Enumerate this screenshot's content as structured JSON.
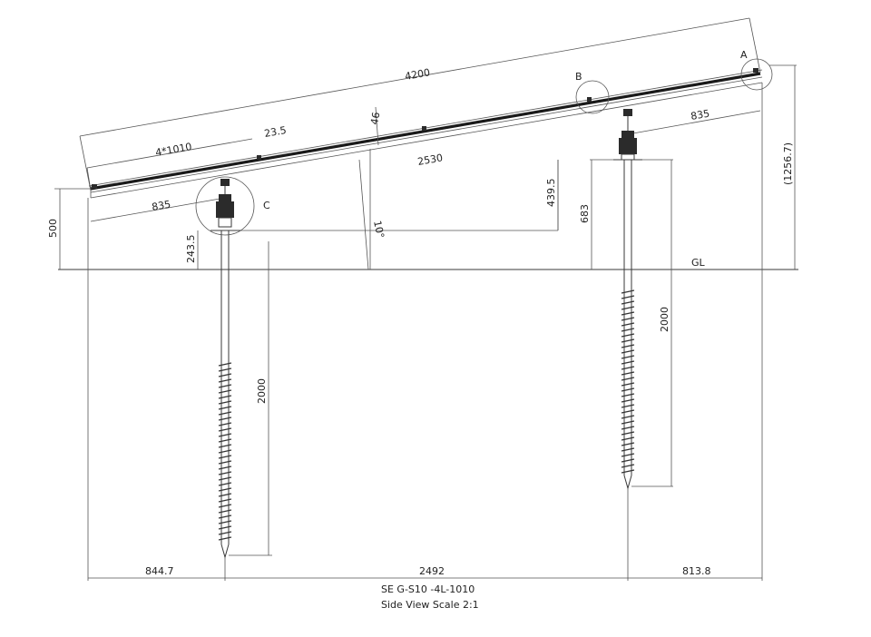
{
  "drawing": {
    "code": "SE  G-S10 -4L-1010",
    "view": "Side View   Scale 2:1"
  },
  "detail_labels": {
    "a": "A",
    "b": "B",
    "c": "C"
  },
  "dimensions": {
    "total_length": "4200",
    "panel_spec": "4*1010",
    "gap": "23.5",
    "frame": "46",
    "span_upper": "2530",
    "overhang_right": "835",
    "overhang_left": "835",
    "angle": "10°",
    "front_height": "500",
    "front_pile_height": "243.5",
    "height_diff": "439.5",
    "rear_pile_height": "683",
    "total_height": "(1256.7)",
    "ground_line": "GL",
    "front_pile_depth": "2000",
    "rear_pile_depth": "2000",
    "left_offset": "844.7",
    "pile_spacing": "2492",
    "right_offset": "813.8"
  }
}
